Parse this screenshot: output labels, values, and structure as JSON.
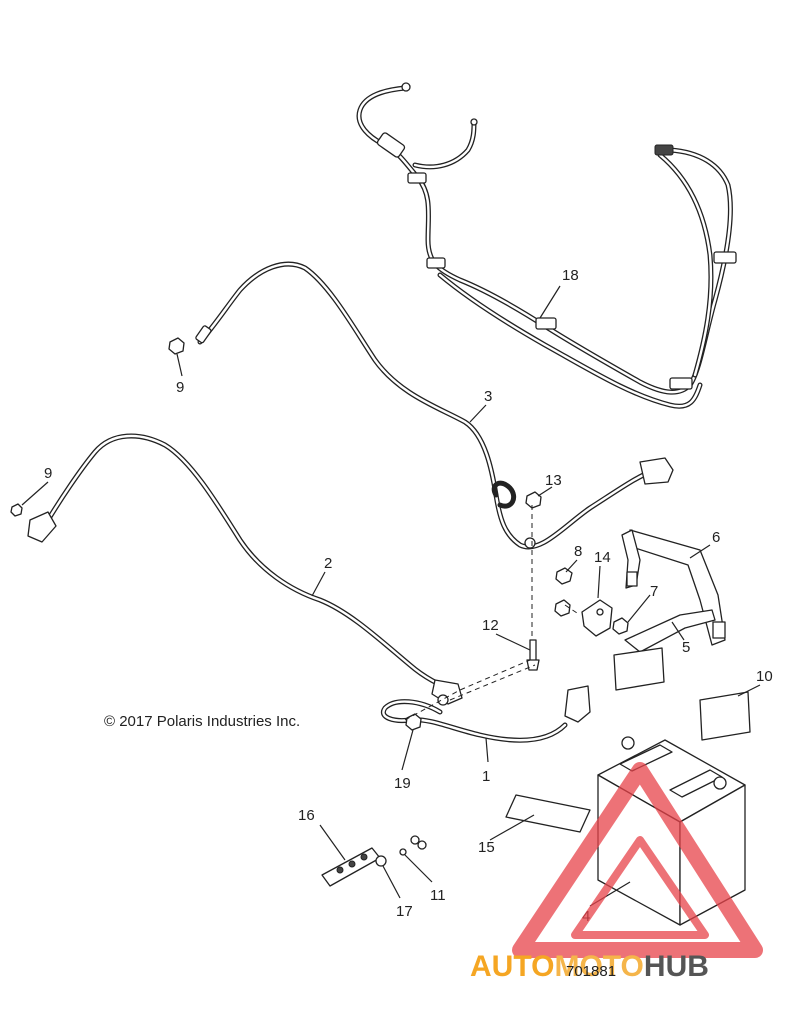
{
  "copyright": "© 2017 Polaris Industries Inc.",
  "drawing_number": "701881",
  "watermark": {
    "part1": "AUTO",
    "part2": "MOTO",
    "part3": "HUB",
    "colors": {
      "auto": "#f5a623",
      "moto": "#f5b54a",
      "hub": "#555555",
      "triangle": "#e8434a"
    }
  },
  "callouts": {
    "c1": "1",
    "c2": "2",
    "c3": "3",
    "c4": "4",
    "c5": "5",
    "c6": "6",
    "c7": "7",
    "c8": "8",
    "c9a": "9",
    "c9b": "9",
    "c10": "10",
    "c11": "11",
    "c12": "12",
    "c13": "13",
    "c14": "14",
    "c15": "15",
    "c16": "16",
    "c17": "17",
    "c18": "18",
    "c19": "19"
  }
}
